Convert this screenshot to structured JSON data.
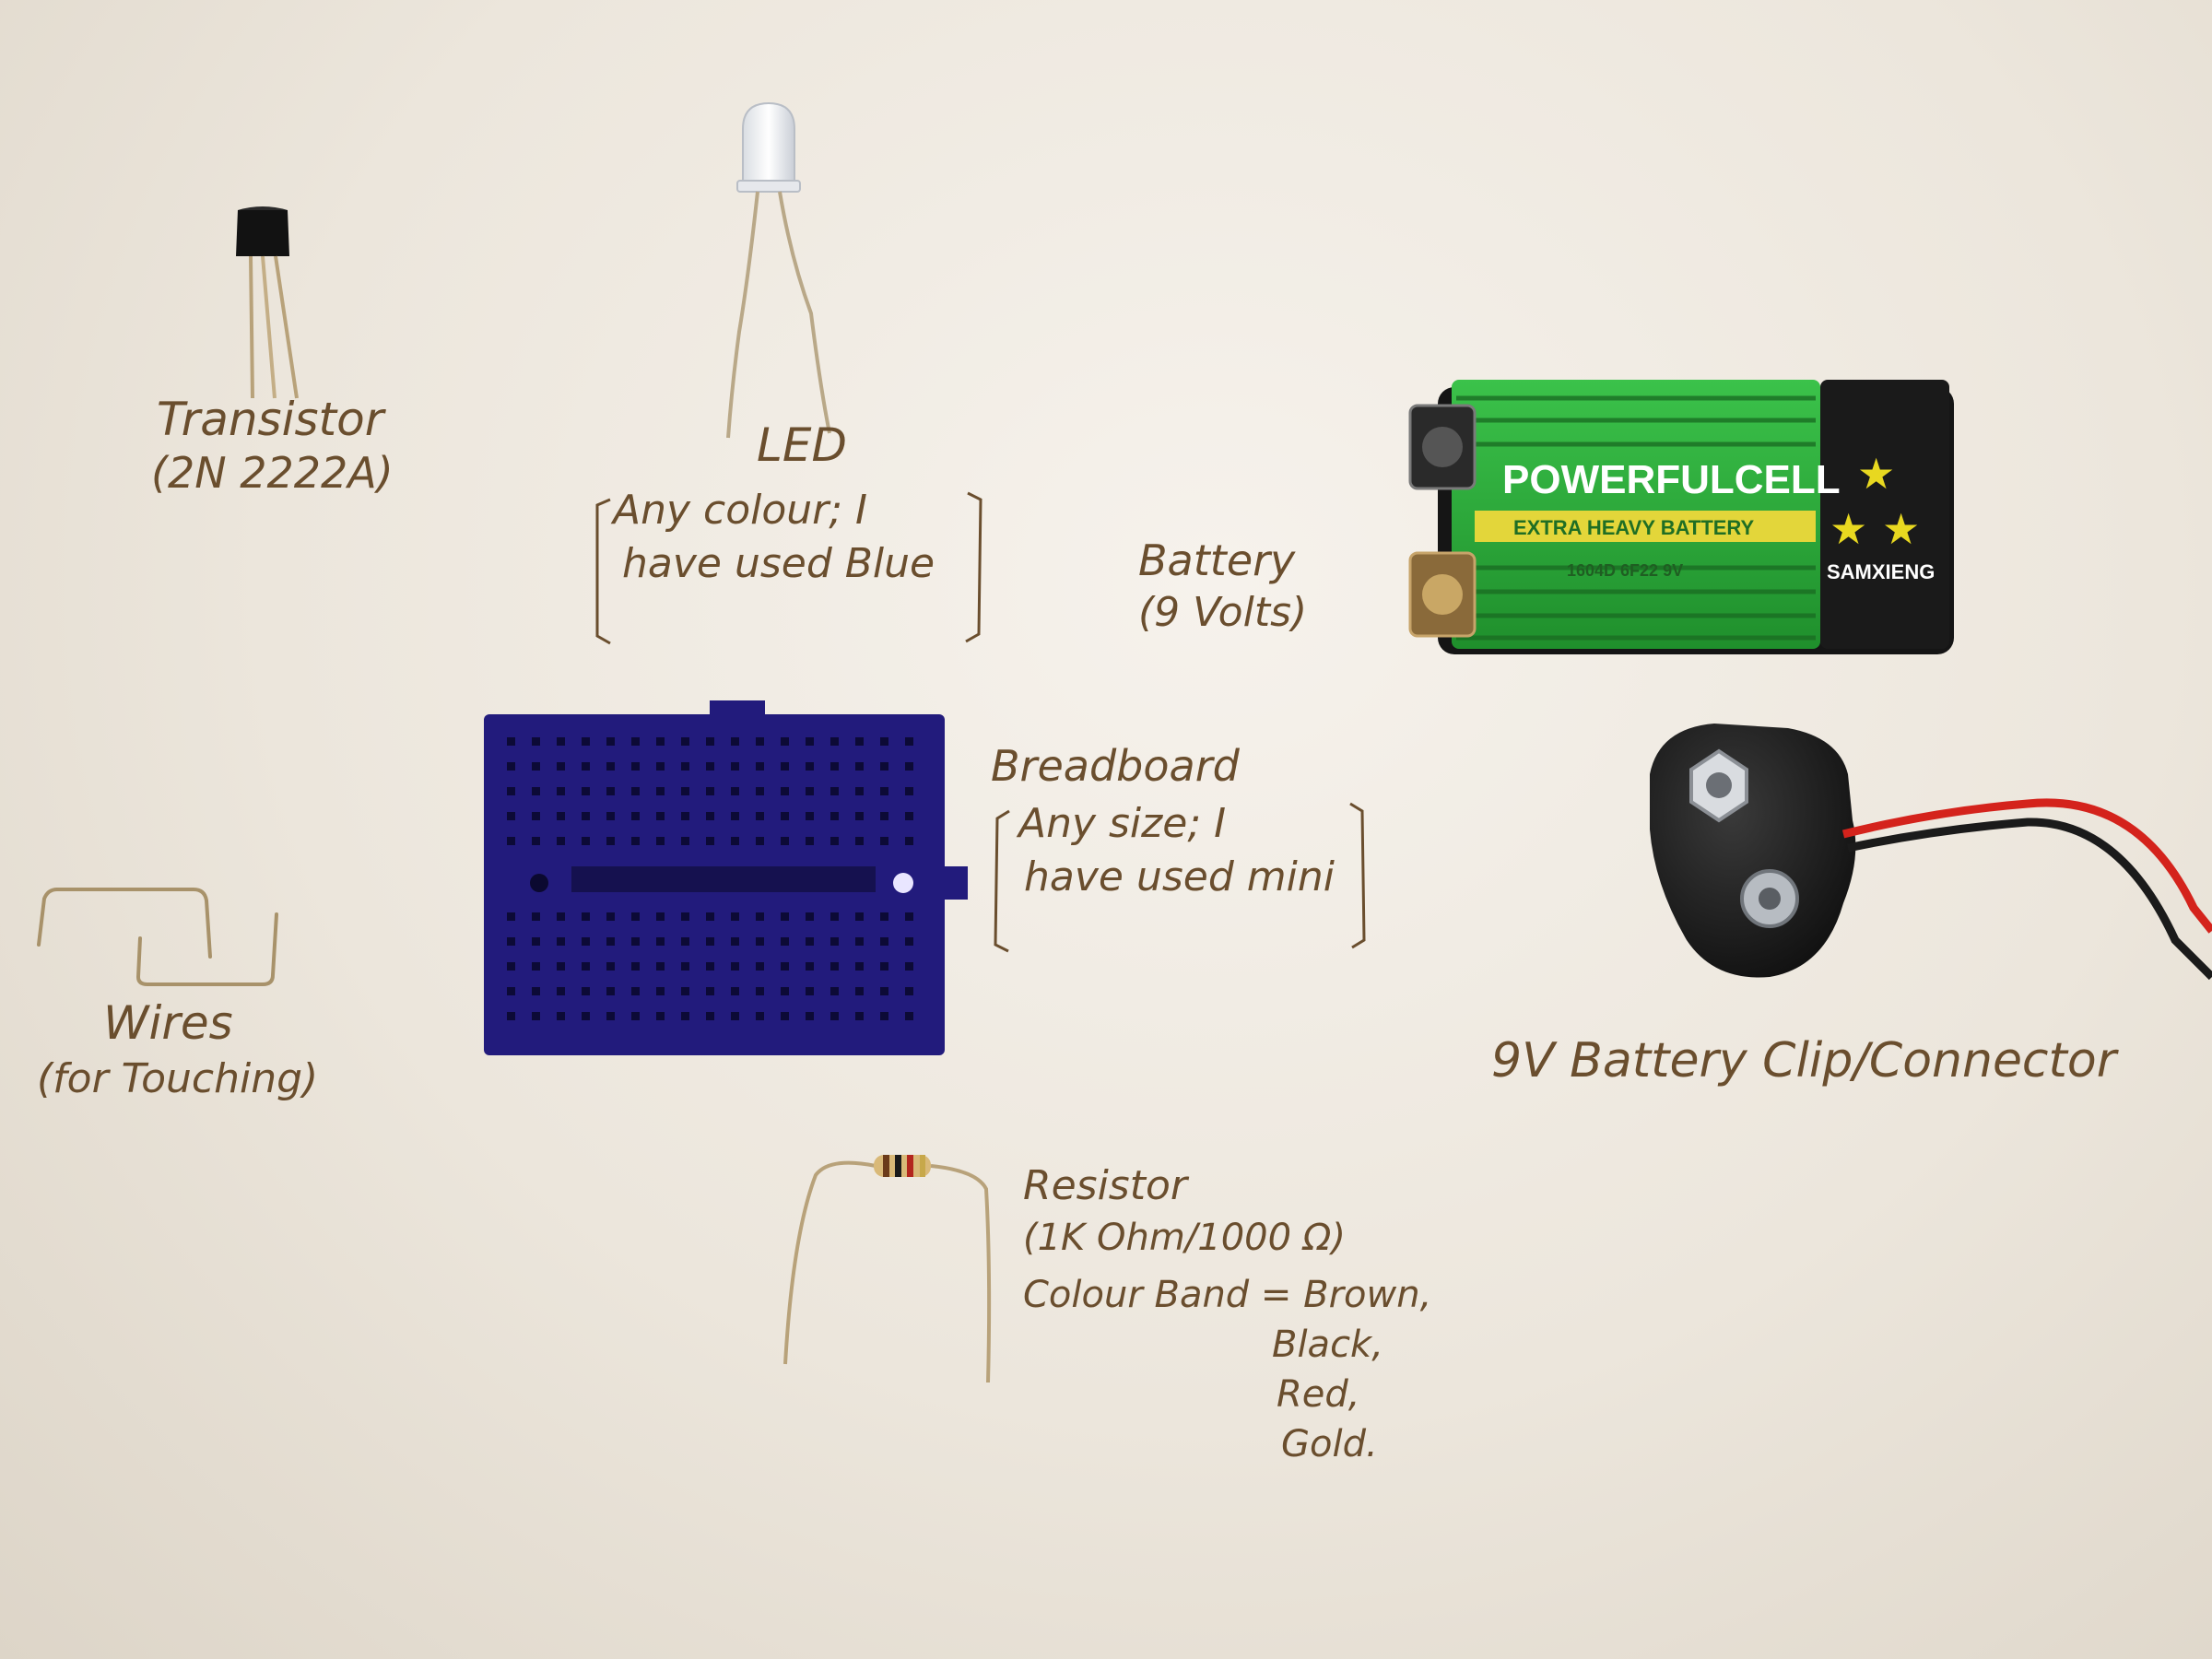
{
  "labels": {
    "transistor": {
      "name": "Transistor",
      "detail": "(2N 2222A)"
    },
    "led": {
      "name": "LED",
      "detail_line1": "Any colour; I",
      "detail_line2": "have used Blue"
    },
    "battery": {
      "name": "Battery",
      "detail": "(9 Volts)"
    },
    "breadboard": {
      "name": "Breadboard",
      "detail_line1": "Any size; I",
      "detail_line2": "have used mini"
    },
    "wires": {
      "name": "Wires",
      "detail": "(for Touching)"
    },
    "clip": {
      "name": "9V Battery Clip/Connector"
    },
    "resistor": {
      "name": "Resistor",
      "value": "(1K Ohm/1000 Ω)",
      "bands_prefix": "Colour Band = Brown,",
      "band2": "Black,",
      "band3": "Red,",
      "band4": "Gold."
    }
  },
  "battery_print": {
    "brand": "POWERFULCELL",
    "type": "EXTRA HEAVY BATTERY",
    "code": "1604D 6F22 9V",
    "maker": "SAMXIENG"
  },
  "colors": {
    "ink": "#6a4e2e",
    "battery_green": "#2fb43c",
    "breadboard_blue": "#1f1a7a",
    "wire_red": "#d4231c"
  },
  "resistor_bands": [
    "brown",
    "black",
    "red",
    "gold"
  ]
}
